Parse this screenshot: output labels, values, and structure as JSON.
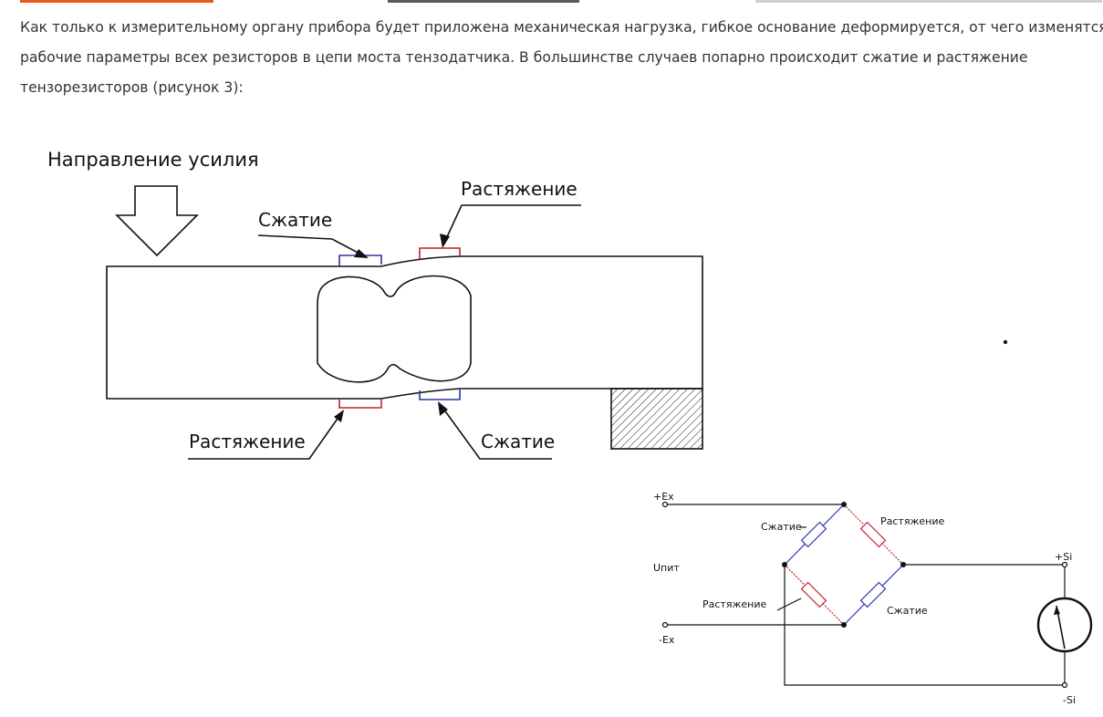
{
  "paragraph": {
    "lines": [
      "Как только к измерительному органу прибора будет приложена механическая нагрузка, гибкое основание деформируется, от чего изменятся",
      "рабочие параметры всех резисторов в цепи моста тензодатчика. В большинстве случаев попарно происходит сжатие и растяжение",
      "тензорезисторов (рисунок 3):"
    ]
  },
  "beam_figure": {
    "force_label": "Направление усилия",
    "top_left_label": "Сжатие",
    "top_right_label": "Растяжение",
    "bottom_left_label": "Растяжение",
    "bottom_right_label": "Сжатие"
  },
  "bridge_figure": {
    "plus_ex": "+Ex",
    "minus_ex": "-Ex",
    "supply_label": "Uпит",
    "plus_si": "+Si",
    "minus_si": "-Si",
    "res_top_left": "Сжатие",
    "res_top_right": "Растяжение",
    "res_bottom_left": "Растяжение",
    "res_bottom_right": "Сжатие"
  },
  "colors": {
    "compression": "#2b35a8",
    "tension": "#c0222a",
    "line": "#111111",
    "accent_strip": "#e8581c"
  }
}
